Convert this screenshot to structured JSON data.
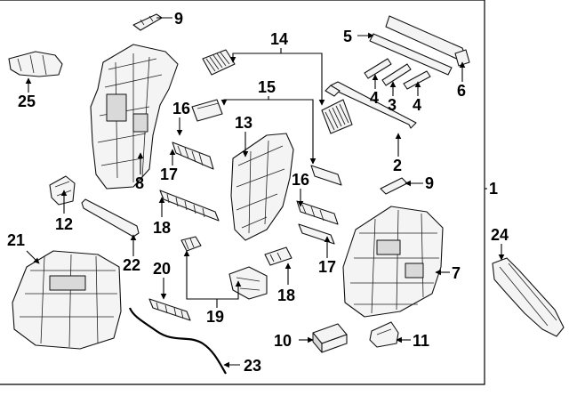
{
  "labels": {
    "n1": "1",
    "n2": "2",
    "n3": "3",
    "n4a": "4",
    "n4b": "4",
    "n5": "5",
    "n6": "6",
    "n7": "7",
    "n8": "8",
    "n9a": "9",
    "n9b": "9",
    "n10": "10",
    "n11": "11",
    "n12": "12",
    "n13": "13",
    "n14": "14",
    "n15": "15",
    "n16a": "16",
    "n16b": "16",
    "n17a": "17",
    "n17b": "17",
    "n18a": "18",
    "n18b": "18",
    "n19": "19",
    "n20": "20",
    "n21": "21",
    "n22": "22",
    "n23": "23",
    "n24": "24",
    "n25": "25"
  },
  "colors": {
    "line": "#000000",
    "part_fill": "#f4f4f4",
    "part_shade": "#d9d9d9",
    "background": "#ffffff"
  }
}
